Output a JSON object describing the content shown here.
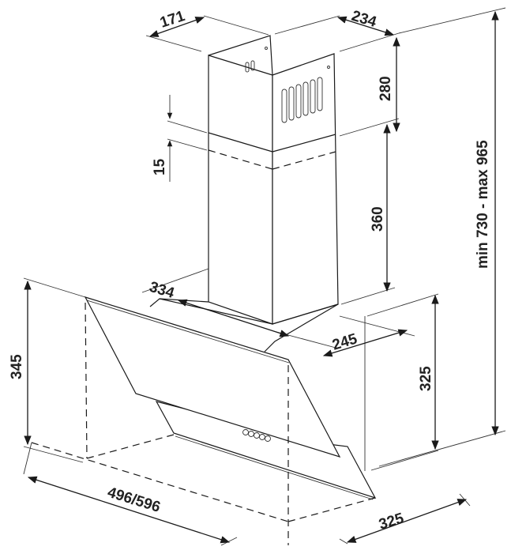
{
  "title": "Range hood dimensional drawing",
  "dimensions": {
    "chimney_depth": "171",
    "chimney_width": "234",
    "upper_chimney_height": "280",
    "overlap": "15",
    "lower_chimney_height": "360",
    "total_height": "min 730 - max 965",
    "mount_width": "334",
    "mount_depth": "245",
    "hood_height": "345",
    "hood_rear_height": "325",
    "hood_width": "496/596",
    "hood_depth": "325"
  }
}
